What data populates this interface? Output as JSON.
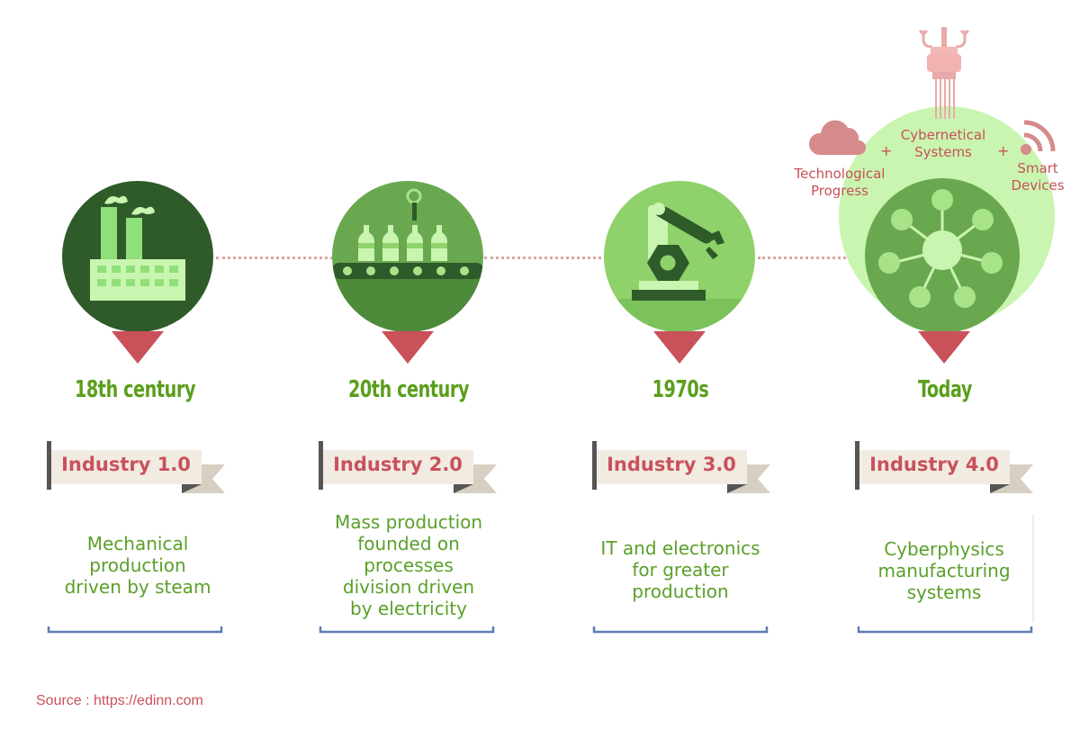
{
  "stages": [
    {
      "era": "18th century",
      "industry": "Industry 1.0",
      "description": [
        "Mechanical",
        "production",
        "driven by steam"
      ]
    },
    {
      "era": "20th century",
      "industry": "Industry 2.0",
      "description": [
        "Mass production",
        "founded on",
        "processes",
        "division driven",
        "by electricity"
      ]
    },
    {
      "era": "1970s",
      "industry": "Industry 3.0",
      "description": [
        "IT and electronics",
        "for greater",
        "production"
      ]
    },
    {
      "era": "Today",
      "industry": "Industry 4.0",
      "description": [
        "Cyberphysics",
        "manufacturing",
        "systems"
      ]
    }
  ],
  "today_components": {
    "technological": [
      "Technological",
      "Progress"
    ],
    "cybernetical": [
      "Cybernetical",
      "Systems"
    ],
    "smart": [
      "Smart",
      "Devices"
    ],
    "plus": "+"
  },
  "icons": [
    "factory-icon",
    "conveyor-bottles-icon",
    "robot-arm-icon",
    "network-hub-icon",
    "cloud-icon",
    "robot-claw-icon",
    "wifi-signal-icon"
  ],
  "source": "Source : https://edinn.com",
  "colors": {
    "dark_green": "#2f5a2a",
    "mid_green": "#6aa84f",
    "light_green": "#8fd16a",
    "pale_green": "#c9f5b0",
    "pink_red": "#c9515a",
    "era_green": "#5a9e1c",
    "ribbon_bg": "#f1ebe2",
    "card_line": "#5d7bb0"
  }
}
